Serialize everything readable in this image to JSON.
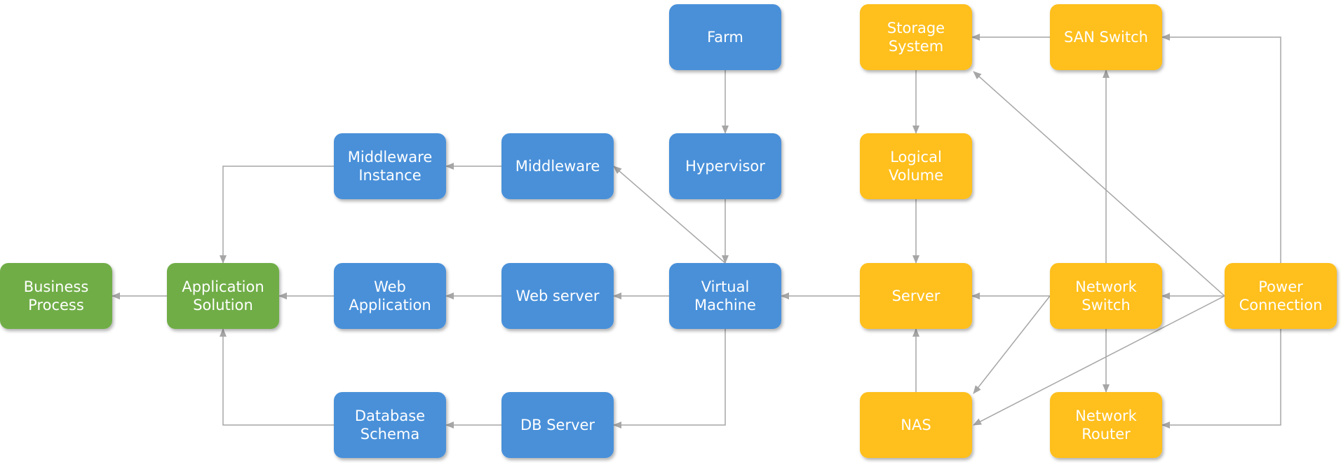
{
  "colors": {
    "green": "#70ad47",
    "blue": "#4a90d9",
    "orange": "#ffbf1a",
    "connector": "#a6a6a6",
    "text": "#ffffff"
  },
  "nodes": [
    {
      "id": "business-process",
      "label": "Business\nProcess",
      "group": "green"
    },
    {
      "id": "application-solution",
      "label": "Application\nSolution",
      "group": "green"
    },
    {
      "id": "middleware-instance",
      "label": "Middleware\nInstance",
      "group": "blue"
    },
    {
      "id": "web-application",
      "label": "Web\nApplication",
      "group": "blue"
    },
    {
      "id": "database-schema",
      "label": "Database\nSchema",
      "group": "blue"
    },
    {
      "id": "middleware",
      "label": "Middleware",
      "group": "blue"
    },
    {
      "id": "web-server",
      "label": "Web server",
      "group": "blue"
    },
    {
      "id": "db-server",
      "label": "DB Server",
      "group": "blue"
    },
    {
      "id": "farm",
      "label": "Farm",
      "group": "blue"
    },
    {
      "id": "hypervisor",
      "label": "Hypervisor",
      "group": "blue"
    },
    {
      "id": "virtual-machine",
      "label": "Virtual\nMachine",
      "group": "blue"
    },
    {
      "id": "storage-system",
      "label": "Storage\nSystem",
      "group": "orange"
    },
    {
      "id": "logical-volume",
      "label": "Logical\nVolume",
      "group": "orange"
    },
    {
      "id": "server",
      "label": "Server",
      "group": "orange"
    },
    {
      "id": "nas",
      "label": "NAS",
      "group": "orange"
    },
    {
      "id": "san-switch",
      "label": "SAN Switch",
      "group": "orange"
    },
    {
      "id": "network-switch",
      "label": "Network\nSwitch",
      "group": "orange"
    },
    {
      "id": "network-router",
      "label": "Network\nRouter",
      "group": "orange"
    },
    {
      "id": "power-connection",
      "label": "Power\nConnection",
      "group": "orange"
    }
  ],
  "edges": [
    {
      "from": "application-solution",
      "to": "business-process"
    },
    {
      "from": "middleware-instance",
      "to": "application-solution"
    },
    {
      "from": "web-application",
      "to": "application-solution"
    },
    {
      "from": "database-schema",
      "to": "application-solution"
    },
    {
      "from": "middleware",
      "to": "middleware-instance"
    },
    {
      "from": "web-server",
      "to": "web-application"
    },
    {
      "from": "db-server",
      "to": "database-schema"
    },
    {
      "from": "farm",
      "to": "hypervisor"
    },
    {
      "from": "hypervisor",
      "to": "virtual-machine"
    },
    {
      "from": "virtual-machine",
      "to": "middleware"
    },
    {
      "from": "virtual-machine",
      "to": "web-server"
    },
    {
      "from": "virtual-machine",
      "to": "db-server"
    },
    {
      "from": "server",
      "to": "virtual-machine"
    },
    {
      "from": "storage-system",
      "to": "logical-volume"
    },
    {
      "from": "logical-volume",
      "to": "server"
    },
    {
      "from": "nas",
      "to": "server"
    },
    {
      "from": "san-switch",
      "to": "storage-system"
    },
    {
      "from": "network-switch",
      "to": "server"
    },
    {
      "from": "network-switch",
      "to": "nas"
    },
    {
      "from": "network-switch",
      "to": "san-switch"
    },
    {
      "from": "network-switch",
      "to": "network-router"
    },
    {
      "from": "power-connection",
      "to": "network-switch"
    },
    {
      "from": "power-connection",
      "to": "storage-system"
    },
    {
      "from": "power-connection",
      "to": "nas"
    },
    {
      "from": "power-connection",
      "to": "san-switch"
    },
    {
      "from": "power-connection",
      "to": "network-router"
    }
  ]
}
